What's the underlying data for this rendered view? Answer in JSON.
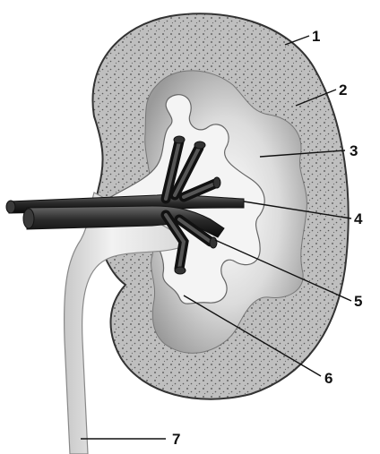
{
  "diagram": {
    "labels": [
      {
        "id": "1",
        "text": "1"
      },
      {
        "id": "2",
        "text": "2"
      },
      {
        "id": "3",
        "text": "3"
      },
      {
        "id": "4",
        "text": "4"
      },
      {
        "id": "5",
        "text": "5"
      },
      {
        "id": "6",
        "text": "6"
      },
      {
        "id": "7",
        "text": "7"
      }
    ]
  }
}
